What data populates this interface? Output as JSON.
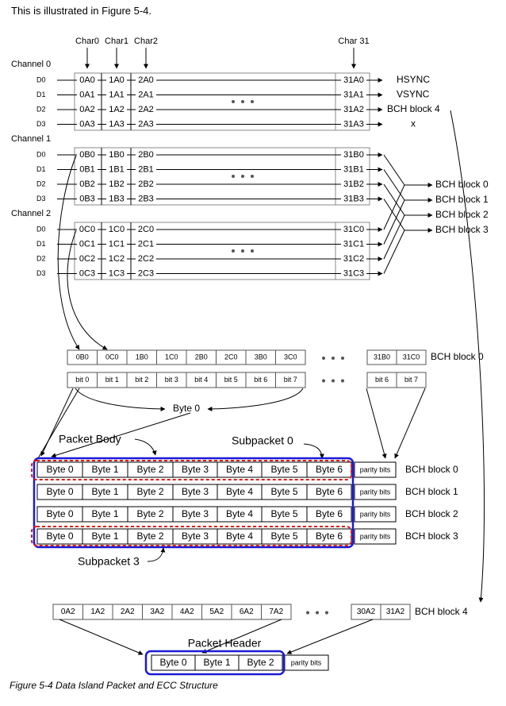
{
  "intro_text": "This is illustrated in Figure 5-4.",
  "caption": "Figure 5-4 Data Island Packet and ECC Structure",
  "char_headers": [
    "Char0",
    "Char1",
    "Char2",
    "Char 31"
  ],
  "channels": [
    {
      "label": "Channel 0",
      "lines": [
        "D0",
        "D1",
        "D2",
        "D3"
      ],
      "cells": [
        [
          "0A0",
          "1A0",
          "2A0",
          "31A0"
        ],
        [
          "0A1",
          "1A1",
          "2A1",
          "31A1"
        ],
        [
          "0A2",
          "1A2",
          "2A2",
          "31A2"
        ],
        [
          "0A3",
          "1A3",
          "2A3",
          "31A3"
        ]
      ],
      "outputs": [
        "HSYNC",
        "VSYNC",
        "BCH block 4",
        "x"
      ]
    },
    {
      "label": "Channel 1",
      "lines": [
        "D0",
        "D1",
        "D2",
        "D3"
      ],
      "cells": [
        [
          "0B0",
          "1B0",
          "2B0",
          "31B0"
        ],
        [
          "0B1",
          "1B1",
          "2B1",
          "31B1"
        ],
        [
          "0B2",
          "1B2",
          "2B2",
          "31B2"
        ],
        [
          "0B3",
          "1B3",
          "2B3",
          "31B3"
        ]
      ]
    },
    {
      "label": "Channel 2",
      "lines": [
        "D0",
        "D1",
        "D2",
        "D3"
      ],
      "cells": [
        [
          "0C0",
          "1C0",
          "2C0",
          "31C0"
        ],
        [
          "0C1",
          "1C1",
          "2C1",
          "31C1"
        ],
        [
          "0C2",
          "1C2",
          "2C2",
          "31C2"
        ],
        [
          "0C3",
          "1C3",
          "2C3",
          "31C3"
        ]
      ]
    }
  ],
  "bch_outputs": [
    "BCH block 0",
    "BCH block 1",
    "BCH block 2",
    "BCH block 3"
  ],
  "bch0_row": {
    "cells": [
      "0B0",
      "0C0",
      "1B0",
      "1C0",
      "2B0",
      "2C0",
      "3B0",
      "3C0"
    ],
    "tail": [
      "31B0",
      "31C0"
    ],
    "label": "BCH block 0"
  },
  "bit_row": {
    "cells": [
      "bit 0",
      "bit 1",
      "bit 2",
      "bit 3",
      "bit 4",
      "bit 5",
      "bit 6",
      "bit 7"
    ],
    "tail": [
      "bit 6",
      "bit 7"
    ]
  },
  "byte0_label": "Byte 0",
  "packet_body_label": "Packet Body",
  "subpacket0_label": "Subpacket 0",
  "subpacket3_label": "Subpacket 3",
  "body_bytes": [
    "Byte 0",
    "Byte 1",
    "Byte 2",
    "Byte 3",
    "Byte 4",
    "Byte 5",
    "Byte 6"
  ],
  "parity_label": "parity bits",
  "body_block_labels": [
    "BCH block 0",
    "BCH block 1",
    "BCH block 2",
    "BCH block 3"
  ],
  "bch4_row": {
    "cells": [
      "0A2",
      "1A2",
      "2A2",
      "3A2",
      "4A2",
      "5A2",
      "6A2",
      "7A2"
    ],
    "tail": [
      "30A2",
      "31A2"
    ],
    "label": "BCH block 4"
  },
  "packet_header_label": "Packet Header",
  "header_bytes": [
    "Byte 0",
    "Byte 1",
    "Byte 2"
  ],
  "colors": {
    "blue": "#1a1ad6",
    "red": "#e11b1b",
    "line": "#000000",
    "grid": "#888888"
  }
}
